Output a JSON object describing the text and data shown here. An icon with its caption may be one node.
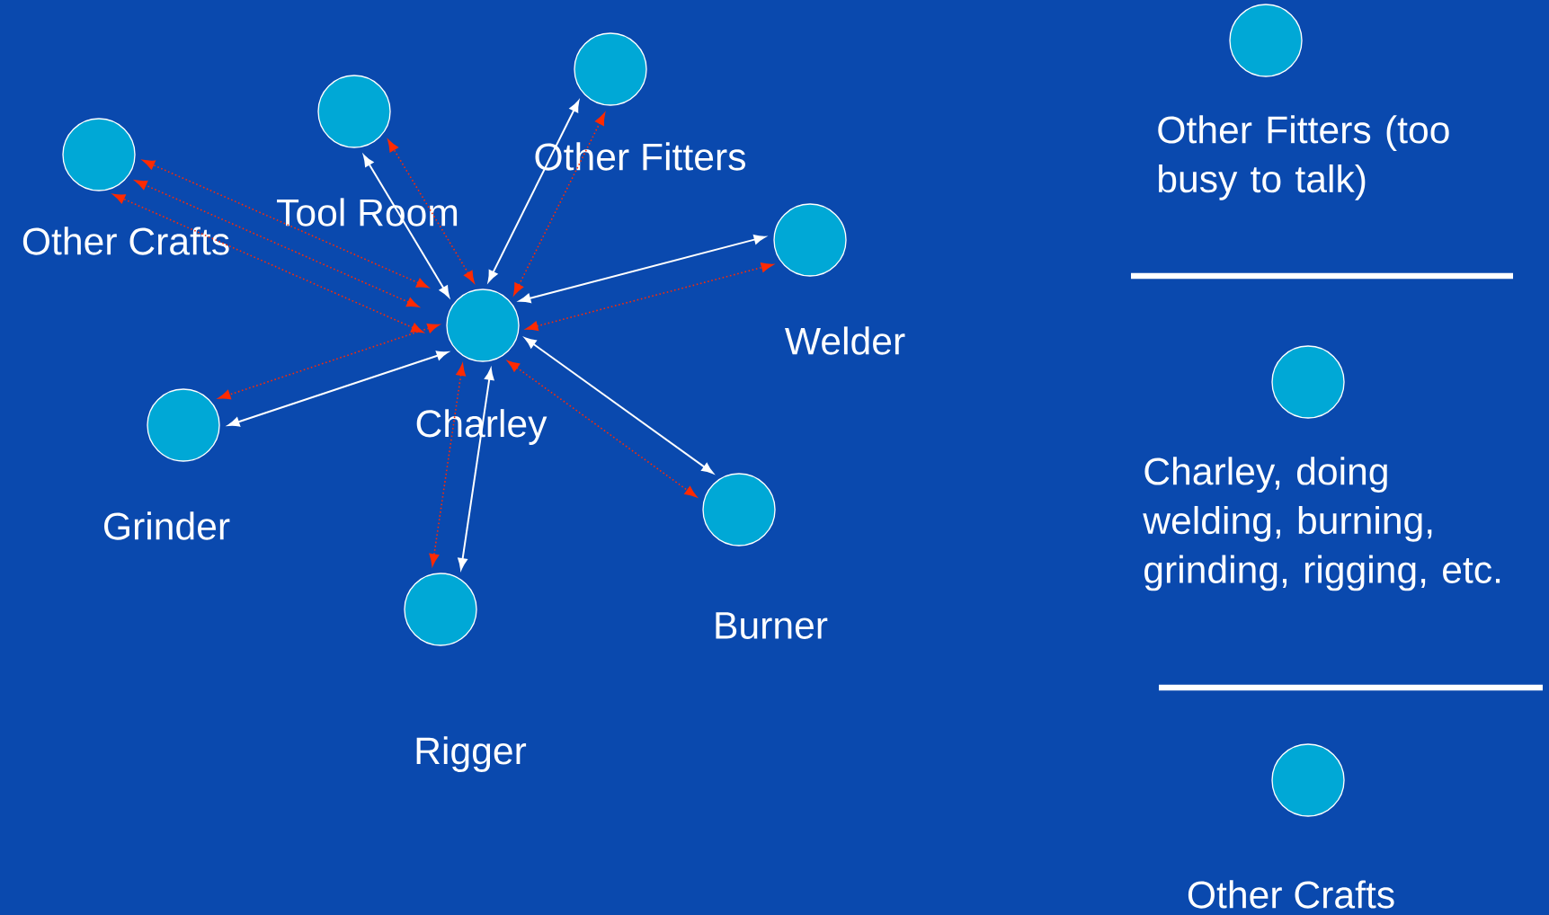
{
  "diagram": {
    "nodes": [
      {
        "text": [
          "Other Crafts"
        ]
      },
      {
        "text": [
          "Tool Room"
        ]
      },
      {
        "text": [
          "Other Fitters"
        ]
      },
      {
        "text": [
          "Welder"
        ]
      },
      {
        "text": [
          "Charley"
        ]
      },
      {
        "text": [
          "Grinder"
        ]
      },
      {
        "text": [
          "Burner"
        ]
      },
      {
        "text": [
          "Rigger"
        ]
      },
      {
        "text": [
          "Other Fitters (too busy to talk)"
        ]
      },
      {
        "text": [
          "Charley, doing welding, burning, grinding, rigging, etc."
        ]
      },
      {
        "text": [
          "Other Crafts"
        ]
      }
    ],
    "edges": [
      {
        "from": 4,
        "to": 1,
        "arrow": "both",
        "color": "#ffffff"
      },
      {
        "from": 4,
        "to": 2,
        "arrow": "both",
        "color": "#ffffff"
      },
      {
        "from": 4,
        "to": 3,
        "arrow": "both",
        "color": "#ffffff"
      },
      {
        "from": 4,
        "to": 5,
        "arrow": "both",
        "color": "#ffffff"
      },
      {
        "from": 4,
        "to": 6,
        "arrow": "both",
        "color": "#ffffff"
      },
      {
        "from": 4,
        "to": 7,
        "arrow": "both",
        "color": "#ffffff"
      },
      {
        "from": 4,
        "to": 0,
        "arrow": "both",
        "style": "dashed"
      },
      {
        "from": 4,
        "to": 0,
        "arrow": "both",
        "style": "dashed"
      },
      {
        "from": 4,
        "to": 0,
        "arrow": "both",
        "style": "dashed"
      },
      {
        "from": 4,
        "to": 1,
        "arrow": "both",
        "style": "dashed"
      },
      {
        "from": 4,
        "to": 2,
        "arrow": "both",
        "style": "dashed"
      },
      {
        "from": 4,
        "to": 3,
        "arrow": "both",
        "style": "dashed"
      },
      {
        "from": 4,
        "to": 5,
        "arrow": "both",
        "style": "dashed"
      },
      {
        "from": 4,
        "to": 6,
        "arrow": "both",
        "style": "dashed"
      },
      {
        "from": 4,
        "to": 7,
        "arrow": "both",
        "style": "dashed"
      }
    ]
  }
}
